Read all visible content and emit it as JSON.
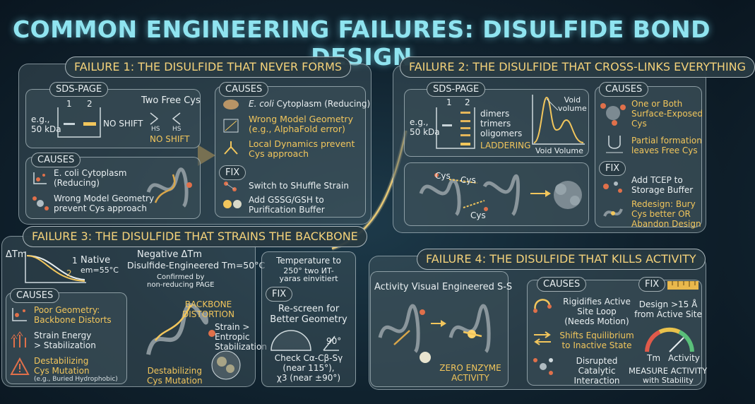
{
  "title": "COMMON ENGINEERING FAILURES: DISULFIDE BOND DESIGN",
  "f1": {
    "title": "FAILURE 1: THE DISULFIDE THAT NEVER FORMS",
    "sds_label": "SDS-PAGE",
    "lane1": "1",
    "lane2": "2",
    "marker": "e.g.,\n50 kDa",
    "no_shift": "NO SHIFT",
    "two_free": "Two Free Cys",
    "hs1": "HS",
    "hs2": "HS",
    "no_shift2": "NO SHIFT",
    "causes_tag": "CAUSES",
    "inner_causes": [
      "E. coli Cytoplasm\n(Reducing)",
      "Wrong Model Geometry\nprevent Cys approach"
    ],
    "causes": [
      {
        "em": "E. coli",
        "rest": " Cytoplasm (Reducing)"
      },
      {
        "em": "",
        "rest": "Wrong Model Geometry\n(e.g., AlphaFold error)"
      },
      {
        "em": "",
        "rest": "Local Dynamics prevent\nCys approach"
      }
    ],
    "fix_tag": "FIX",
    "fixes": [
      "Switch to SHuffle Strain",
      "Add GSSG/GSH to\nPurification Buffer"
    ]
  },
  "f2": {
    "title": "FAILURE 2: THE DISULFIDE THAT CROSS-LINKS EVERYTHING",
    "sds_label": "SDS-PAGE",
    "lane1": "1",
    "lane2": "2",
    "marker": "e.g.,\n50 kDa",
    "bands": [
      "dimers",
      "trimers",
      "oligomers"
    ],
    "laddering": "LADDERING",
    "void_top": "Void\nvolume",
    "void_bottom": "Void Volume",
    "cys": [
      "Cys",
      "Cys",
      "Cys"
    ],
    "causes_tag": "CAUSES",
    "causes": [
      "One or Both\nSurface-Exposed\nCys",
      "Partial formation\nleaves Free Cys"
    ],
    "fix_tag": "FIX",
    "fixes": [
      "Add TCEP to\nStorage Buffer",
      "Redesign: Bury\nCys better OR\nAbandon Design"
    ]
  },
  "f3": {
    "title": "FAILURE 3: THE DISULFIDE THAT STRAINS THE BACKBONE",
    "dtm": "ΔTm",
    "native_num": "1",
    "native": "Native",
    "mutant_num": "2",
    "tm55": "em=55°C",
    "negative": "Negative ΔTm",
    "engineered": "Disulfide-Engineered Tm=50°C",
    "confirmed": "Confirmed by\nnon-reducing PAGE",
    "causes_tag": "CAUSES",
    "causes": [
      "Poor Geometry:\nBackbone Distorts",
      "Strain Energy\n> Stabilization",
      "Destabilizing\nCys Mutation"
    ],
    "cause_note": "(e.g., Buried Hydrophobic)",
    "distortion": "BACKBONE\nDISTORTION",
    "strain": "Strain >\nEntropic\nStabilization",
    "destab": "Destabilizing\nCys Mutation",
    "temp_title": "Temperature to",
    "temp_sub": "250° two ИT-\nyaras einvitiert",
    "fix_tag": "FIX",
    "fix": "Re-screen for\nBetter Geometry",
    "angle": "90°",
    "check": "Check Cα-Cβ-Sγ\n(near 115°),\nχ3 (near ±90°)"
  },
  "f4": {
    "title": "FAILURE 4: THE DISULFIDE THAT KILLS ACTIVITY",
    "activity_visual": "Activity Visual",
    "engineered_ss": "Engineered S-S",
    "zero": "ZERO ENZYME\nACTIVITY",
    "causes_tag": "CAUSES",
    "causes": [
      "Rigidifies Active\nSite Loop\n(Needs Motion)",
      "Shifts Equilibrium\nto Inactive State",
      "Disrupted\nCatalytic\nInteraction"
    ],
    "fix_tag": "FIX",
    "fix": "Design >15 Å\nfrom Active Site",
    "gauge_tm": "Tm",
    "gauge_act": "Activity",
    "measure": "MEASURE ACTIVITY",
    "measure_sub": "with Stability"
  },
  "colors": {
    "accent": "#f2c65c",
    "title": "#8fe4f0",
    "glow": "#ffd36b"
  }
}
